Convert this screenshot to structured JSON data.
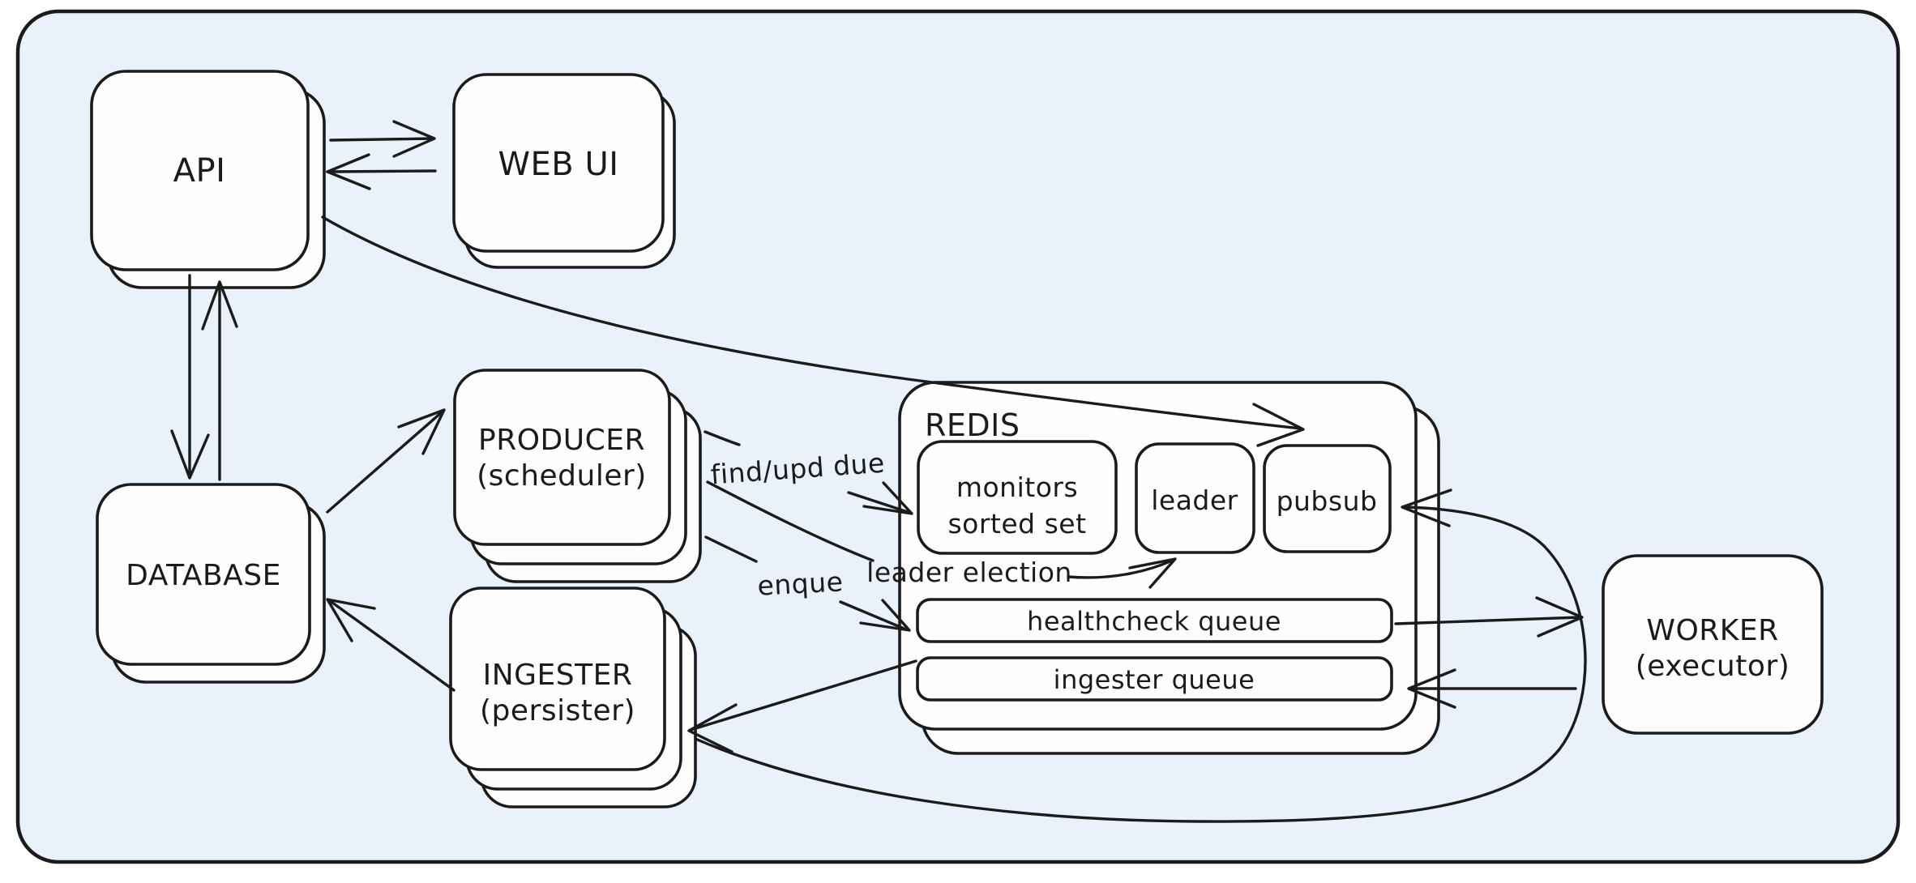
{
  "diagram": {
    "background_color": "#e9f2fb",
    "outline_color": "#1b1b1b",
    "node_fill_color": "#fefefe",
    "nodes": {
      "api": {
        "label": "API"
      },
      "web_ui": {
        "label": "WEB UI"
      },
      "database": {
        "label": "DATABASE"
      },
      "producer": {
        "label": "PRODUCER",
        "sublabel": "(scheduler)"
      },
      "ingester": {
        "label": "INGESTER",
        "sublabel": "(persister)"
      },
      "worker": {
        "label": "WORKER",
        "sublabel": "(executor)"
      },
      "redis": {
        "label": "REDIS",
        "monitors_sorted_set": {
          "line1": "monitors",
          "line2": "sorted set"
        },
        "leader": {
          "label": "leader"
        },
        "pubsub": {
          "label": "pubsub"
        },
        "healthcheck_queue": {
          "label": "healthcheck queue"
        },
        "ingester_queue": {
          "label": "ingester queue"
        }
      }
    },
    "edge_labels": {
      "find_upd_due": "find/upd due",
      "enque": "enque",
      "leader_election": "leader election"
    }
  }
}
